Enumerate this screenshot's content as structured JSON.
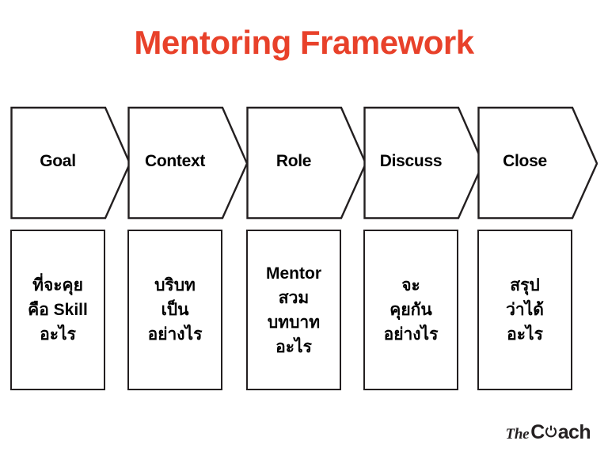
{
  "slide": {
    "title": "Mentoring Framework",
    "title_color": "#E8412A",
    "background_color": "#FFFFFF",
    "outline_color": "#231F20"
  },
  "stages": [
    {
      "label": "Goal",
      "detail_lines": [
        "ที่จะคุย",
        "คือ Skill",
        "อะไร"
      ]
    },
    {
      "label": "Context",
      "detail_lines": [
        "บริบท",
        "เป็น",
        "อย่างไร"
      ]
    },
    {
      "label": "Role",
      "detail_lines": [
        "Mentor",
        "สวม",
        "บทบาท",
        "อะไร"
      ]
    },
    {
      "label": "Discuss",
      "detail_lines": [
        "จะ",
        "คุยกัน",
        "อย่างไร"
      ]
    },
    {
      "label": "Close",
      "detail_lines": [
        "สรุป",
        "ว่าได้",
        "อะไร"
      ]
    }
  ],
  "logo": {
    "the": "The",
    "c": "C",
    "ach": "ach",
    "full": "The Coach"
  }
}
